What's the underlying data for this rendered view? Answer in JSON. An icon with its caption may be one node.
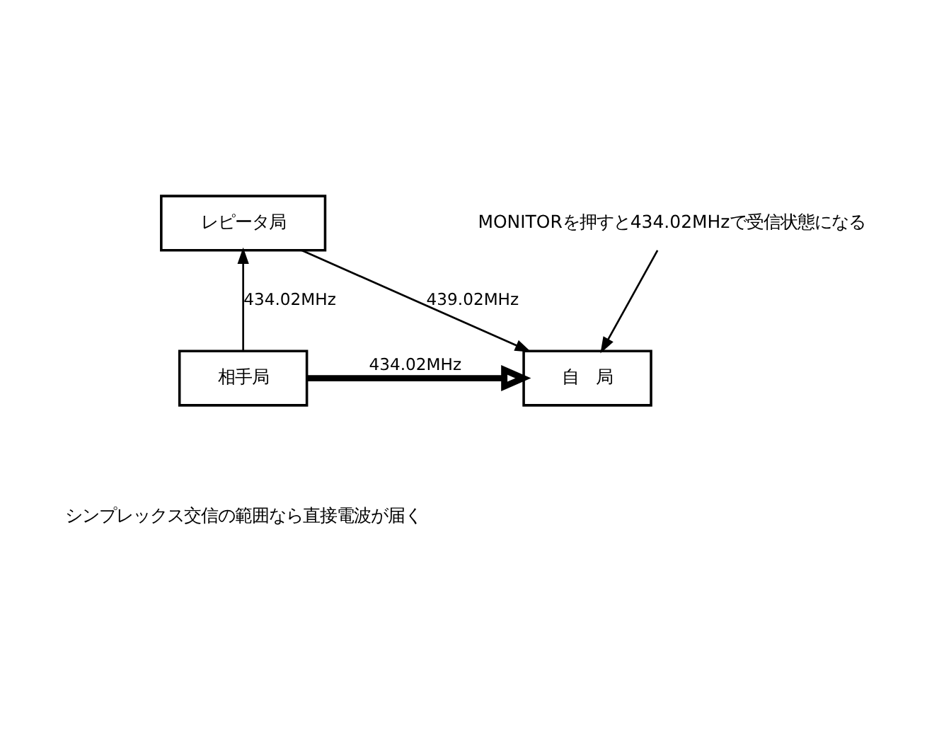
{
  "diagram": {
    "nodes": [
      {
        "text": [
          "レピータ局"
        ]
      },
      {
        "text": [
          "相手局"
        ]
      },
      {
        "text": [
          "自　局"
        ]
      },
      {
        "text": [
          "MONITORを押すと434.02MHzで受信状態になる"
        ]
      }
    ],
    "edges": [
      {
        "from": 1,
        "to": 0,
        "arrow": "to",
        "label": "434.02MHz"
      },
      {
        "from": 0,
        "to": 2,
        "arrow": "to",
        "label": "439.02MHz"
      },
      {
        "from": 1,
        "to": 2,
        "arrow": "to",
        "label": "434.02MHz",
        "style": "thick"
      },
      {
        "from": 3,
        "to": 2,
        "arrow": "to"
      }
    ],
    "labels": [
      "シンプレックス交信の範囲なら直接電波が届く"
    ]
  }
}
